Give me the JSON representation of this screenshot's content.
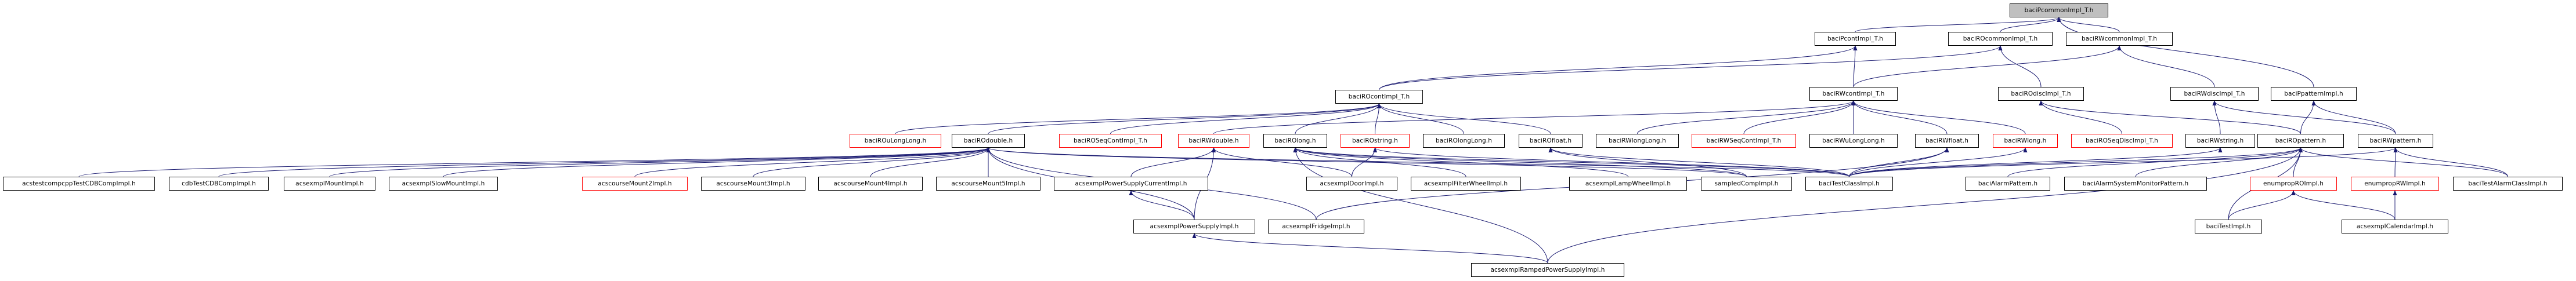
{
  "colors": {
    "edge": "#191970",
    "node_border": "#000000",
    "undocumented_border": "#ff0000",
    "root_fill": "#bfbfbf"
  },
  "diagram": {
    "type": "include-dependency-graph",
    "root": "baciPcommonImpl_T.h",
    "nodes": [
      {
        "id": "n0",
        "label": "baciPcommonImpl_T.h",
        "style": "root"
      },
      {
        "id": "n1",
        "label": "baciPcontImpl_T.h",
        "style": "normal"
      },
      {
        "id": "n2",
        "label": "baciROcommonImpl_T.h",
        "style": "normal"
      },
      {
        "id": "n3",
        "label": "baciRWcommonImpl_T.h",
        "style": "normal"
      },
      {
        "id": "n4",
        "label": "baciPpatternImpl.h",
        "style": "normal"
      },
      {
        "id": "n5",
        "label": "baciROcontImpl_T.h",
        "style": "normal"
      },
      {
        "id": "n6",
        "label": "baciRWcontImpl_T.h",
        "style": "normal"
      },
      {
        "id": "n7",
        "label": "baciROdiscImpl_T.h",
        "style": "normal"
      },
      {
        "id": "n8",
        "label": "baciRWdiscImpl_T.h",
        "style": "normal"
      },
      {
        "id": "n9",
        "label": "baciROuLongLong.h",
        "style": "undocumented"
      },
      {
        "id": "n10",
        "label": "baciROdouble.h",
        "style": "normal"
      },
      {
        "id": "n11",
        "label": "baciROSeqContImpl_T.h",
        "style": "undocumented"
      },
      {
        "id": "n12",
        "label": "baciRWdouble.h",
        "style": "undocumented"
      },
      {
        "id": "n13",
        "label": "baciROlong.h",
        "style": "normal"
      },
      {
        "id": "n14",
        "label": "baciROstring.h",
        "style": "undocumented"
      },
      {
        "id": "n15",
        "label": "baciROlongLong.h",
        "style": "normal"
      },
      {
        "id": "n16",
        "label": "baciROfloat.h",
        "style": "normal"
      },
      {
        "id": "n17",
        "label": "baciRWlongLong.h",
        "style": "normal"
      },
      {
        "id": "n18",
        "label": "baciRWSeqContImpl_T.h",
        "style": "undocumented"
      },
      {
        "id": "n19",
        "label": "baciRWuLongLong.h",
        "style": "normal"
      },
      {
        "id": "n20",
        "label": "baciRWfloat.h",
        "style": "normal"
      },
      {
        "id": "n21",
        "label": "baciRWlong.h",
        "style": "undocumented"
      },
      {
        "id": "n22",
        "label": "baciROSeqDiscImpl_T.h",
        "style": "undocumented"
      },
      {
        "id": "n23",
        "label": "baciRWstring.h",
        "style": "normal"
      },
      {
        "id": "n24",
        "label": "baciROpattern.h",
        "style": "normal"
      },
      {
        "id": "n25",
        "label": "baciRWpattern.h",
        "style": "normal"
      },
      {
        "id": "n26",
        "label": "acstestcompcppTestCDBCompImpl.h",
        "style": "normal"
      },
      {
        "id": "n27",
        "label": "cdbTestCDBCompImpl.h",
        "style": "normal"
      },
      {
        "id": "n28",
        "label": "acsexmplMountImpl.h",
        "style": "normal"
      },
      {
        "id": "n29",
        "label": "acsexmplSlowMountImpl.h",
        "style": "normal"
      },
      {
        "id": "n30",
        "label": "acscourseMount2Impl.h",
        "style": "undocumented"
      },
      {
        "id": "n31",
        "label": "acscourseMount3Impl.h",
        "style": "normal"
      },
      {
        "id": "n32",
        "label": "acscourseMount4Impl.h",
        "style": "normal"
      },
      {
        "id": "n33",
        "label": "acscourseMount5Impl.h",
        "style": "normal"
      },
      {
        "id": "n34",
        "label": "acsexmplPowerSupplyCurrentImpl.h",
        "style": "normal"
      },
      {
        "id": "n35",
        "label": "acsexmplDoorImpl.h",
        "style": "normal"
      },
      {
        "id": "n36",
        "label": "acsexmplFilterWheelImpl.h",
        "style": "normal"
      },
      {
        "id": "n37",
        "label": "acsexmplLampWheelImpl.h",
        "style": "normal"
      },
      {
        "id": "n38",
        "label": "sampledCompImpl.h",
        "style": "normal"
      },
      {
        "id": "n39",
        "label": "baciTestClassImpl.h",
        "style": "normal"
      },
      {
        "id": "n40",
        "label": "baciAlarmPattern.h",
        "style": "normal"
      },
      {
        "id": "n41",
        "label": "baciAlarmSystemMonitorPattern.h",
        "style": "normal"
      },
      {
        "id": "n42",
        "label": "enumpropROImpl.h",
        "style": "undocumented"
      },
      {
        "id": "n43",
        "label": "enumpropRWImpl.h",
        "style": "undocumented"
      },
      {
        "id": "n44",
        "label": "baciTestAlarmClassImpl.h",
        "style": "normal"
      },
      {
        "id": "n45",
        "label": "acsexmplPowerSupplyImpl.h",
        "style": "normal"
      },
      {
        "id": "n46",
        "label": "acsexmplFridgeImpl.h",
        "style": "normal"
      },
      {
        "id": "n47",
        "label": "baciTestImpl.h",
        "style": "normal"
      },
      {
        "id": "n48",
        "label": "acsexmplCalendarImpl.h",
        "style": "normal"
      },
      {
        "id": "n49",
        "label": "acsexmplRampedPowerSupplyImpl.h",
        "style": "normal"
      }
    ],
    "edges": [
      [
        "n1",
        "n0"
      ],
      [
        "n2",
        "n0"
      ],
      [
        "n3",
        "n0"
      ],
      [
        "n4",
        "n0"
      ],
      [
        "n5",
        "n1"
      ],
      [
        "n5",
        "n2"
      ],
      [
        "n6",
        "n1"
      ],
      [
        "n6",
        "n3"
      ],
      [
        "n7",
        "n2"
      ],
      [
        "n8",
        "n3"
      ],
      [
        "n9",
        "n5"
      ],
      [
        "n10",
        "n5"
      ],
      [
        "n11",
        "n5"
      ],
      [
        "n13",
        "n5"
      ],
      [
        "n14",
        "n5"
      ],
      [
        "n15",
        "n5"
      ],
      [
        "n16",
        "n5"
      ],
      [
        "n12",
        "n6"
      ],
      [
        "n17",
        "n6"
      ],
      [
        "n18",
        "n6"
      ],
      [
        "n19",
        "n6"
      ],
      [
        "n20",
        "n6"
      ],
      [
        "n21",
        "n6"
      ],
      [
        "n22",
        "n7"
      ],
      [
        "n24",
        "n7"
      ],
      [
        "n23",
        "n8"
      ],
      [
        "n25",
        "n8"
      ],
      [
        "n24",
        "n4"
      ],
      [
        "n25",
        "n4"
      ],
      [
        "n26",
        "n10"
      ],
      [
        "n27",
        "n10"
      ],
      [
        "n28",
        "n10"
      ],
      [
        "n29",
        "n10"
      ],
      [
        "n30",
        "n10"
      ],
      [
        "n31",
        "n10"
      ],
      [
        "n32",
        "n10"
      ],
      [
        "n33",
        "n10"
      ],
      [
        "n34",
        "n12"
      ],
      [
        "n35",
        "n12"
      ],
      [
        "n36",
        "n13"
      ],
      [
        "n35",
        "n14"
      ],
      [
        "n37",
        "n13"
      ],
      [
        "n38",
        "n10"
      ],
      [
        "n38",
        "n13"
      ],
      [
        "n38",
        "n16"
      ],
      [
        "n39",
        "n10"
      ],
      [
        "n39",
        "n13"
      ],
      [
        "n39",
        "n14"
      ],
      [
        "n39",
        "n16"
      ],
      [
        "n39",
        "n20"
      ],
      [
        "n39",
        "n21"
      ],
      [
        "n39",
        "n23"
      ],
      [
        "n39",
        "n24"
      ],
      [
        "n39",
        "n25"
      ],
      [
        "n40",
        "n24"
      ],
      [
        "n41",
        "n24"
      ],
      [
        "n42",
        "n24"
      ],
      [
        "n43",
        "n25"
      ],
      [
        "n44",
        "n24"
      ],
      [
        "n44",
        "n25"
      ],
      [
        "n45",
        "n10"
      ],
      [
        "n45",
        "n12"
      ],
      [
        "n45",
        "n34"
      ],
      [
        "n46",
        "n10"
      ],
      [
        "n46",
        "n20"
      ],
      [
        "n47",
        "n42"
      ],
      [
        "n47",
        "n24"
      ],
      [
        "n48",
        "n42"
      ],
      [
        "n48",
        "n43"
      ],
      [
        "n49",
        "n45"
      ],
      [
        "n49",
        "n13"
      ],
      [
        "n49",
        "n24"
      ]
    ]
  }
}
